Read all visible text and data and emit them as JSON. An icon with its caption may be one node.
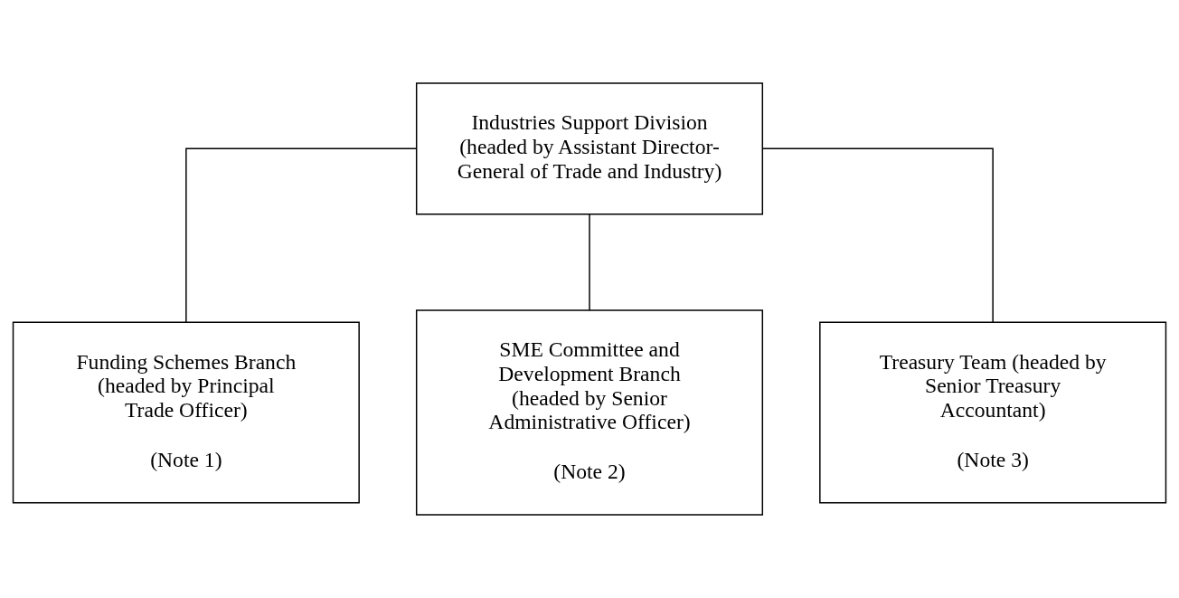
{
  "diagram": {
    "nodes": [
      {
        "text": [
          "Industries Support Division (headed by Assistant Director-General of Trade and Industry)"
        ]
      },
      {
        "text": [
          "Funding Schemes Branch (headed by Principal Trade Officer)",
          "(Note 1)"
        ]
      },
      {
        "text": [
          "SME Committee and Development Branch (headed by Senior Administrative Officer)",
          "(Note 2)"
        ]
      },
      {
        "text": [
          "Treasury Team (headed by Senior Treasury Accountant)",
          "(Note 3)"
        ]
      }
    ],
    "edges": [
      {
        "from": 0,
        "to": 1,
        "arrow": "none"
      },
      {
        "from": 0,
        "to": 2,
        "arrow": "none"
      },
      {
        "from": 0,
        "to": 3,
        "arrow": "none"
      }
    ]
  }
}
